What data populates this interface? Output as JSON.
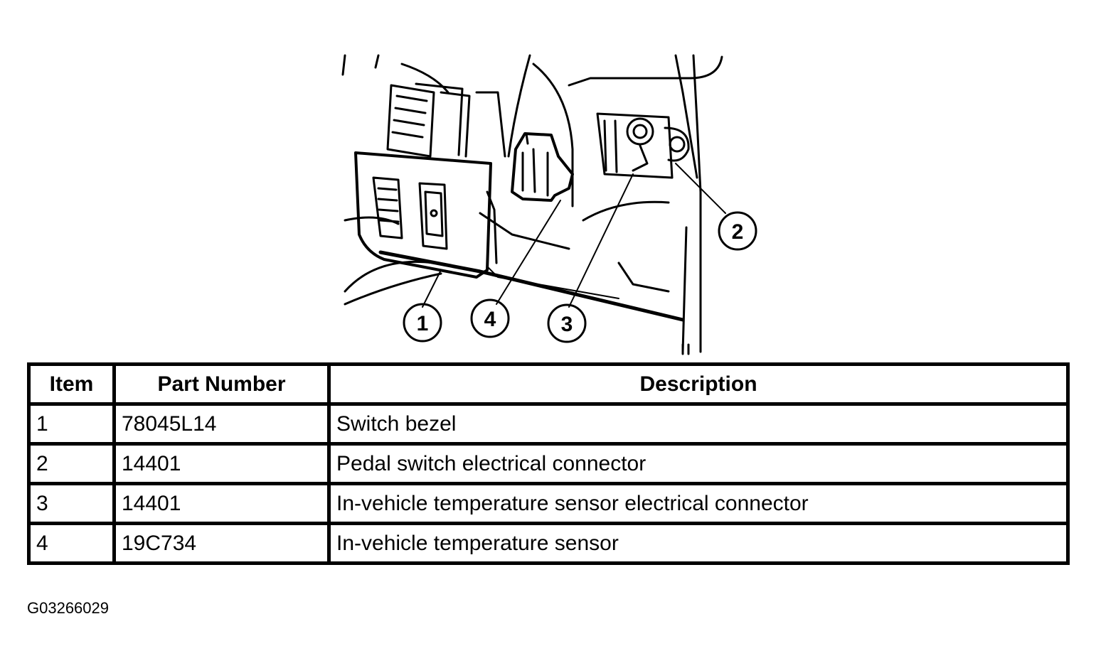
{
  "callouts": [
    "1",
    "2",
    "3",
    "4"
  ],
  "table": {
    "headers": {
      "item": "Item",
      "part_number": "Part Number",
      "description": "Description"
    },
    "rows": [
      {
        "item": "1",
        "part_number": "78045L14",
        "description": "Switch bezel"
      },
      {
        "item": "2",
        "part_number": "14401",
        "description": "Pedal switch electrical connector"
      },
      {
        "item": "3",
        "part_number": "14401",
        "description": "In-vehicle temperature sensor electrical connector"
      },
      {
        "item": "4",
        "part_number": "19C734",
        "description": "In-vehicle temperature sensor"
      }
    ]
  },
  "figure_id": "G03266029"
}
